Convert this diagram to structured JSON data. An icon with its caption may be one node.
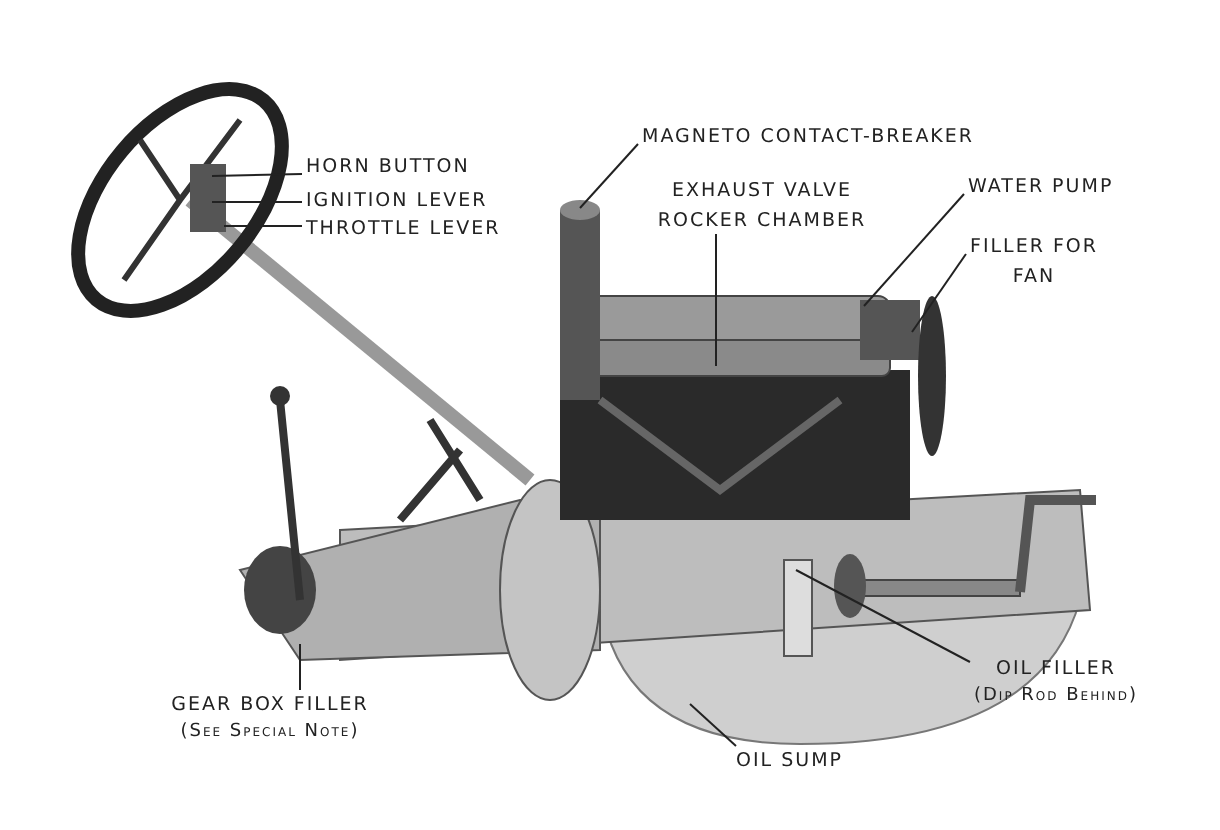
{
  "diagram": {
    "nodes": [
      {
        "text": [
          "HORN BUTTON"
        ]
      },
      {
        "text": [
          "IGNITION LEVER"
        ]
      },
      {
        "text": [
          "THROTTLE LEVER"
        ]
      },
      {
        "text": [
          "MAGNETO CONTACT-BREAKER"
        ]
      },
      {
        "text": [
          "EXHAUST VALVE ROCKER CHAMBER"
        ]
      },
      {
        "text": [
          "WATER PUMP"
        ]
      },
      {
        "text": [
          "FILLER FOR FAN"
        ]
      },
      {
        "text": [
          "GEAR BOX FILLER",
          "(See Special Note)"
        ]
      },
      {
        "text": [
          "OIL SUMP"
        ]
      },
      {
        "text": [
          "OIL FILLER",
          "(Dip Rod Behind)"
        ]
      }
    ],
    "edges": [
      {
        "from": 0,
        "to": null,
        "arrow": "none"
      },
      {
        "from": 1,
        "to": null,
        "arrow": "none"
      },
      {
        "from": 2,
        "to": null,
        "arrow": "none"
      },
      {
        "from": 3,
        "to": null,
        "arrow": "none"
      },
      {
        "from": 4,
        "to": null,
        "arrow": "none"
      },
      {
        "from": 5,
        "to": null,
        "arrow": "none"
      },
      {
        "from": 6,
        "to": null,
        "arrow": "none"
      },
      {
        "from": 7,
        "to": null,
        "arrow": "none"
      },
      {
        "from": 8,
        "to": null,
        "arrow": "none"
      },
      {
        "from": 9,
        "to": null,
        "arrow": "none"
      }
    ]
  }
}
